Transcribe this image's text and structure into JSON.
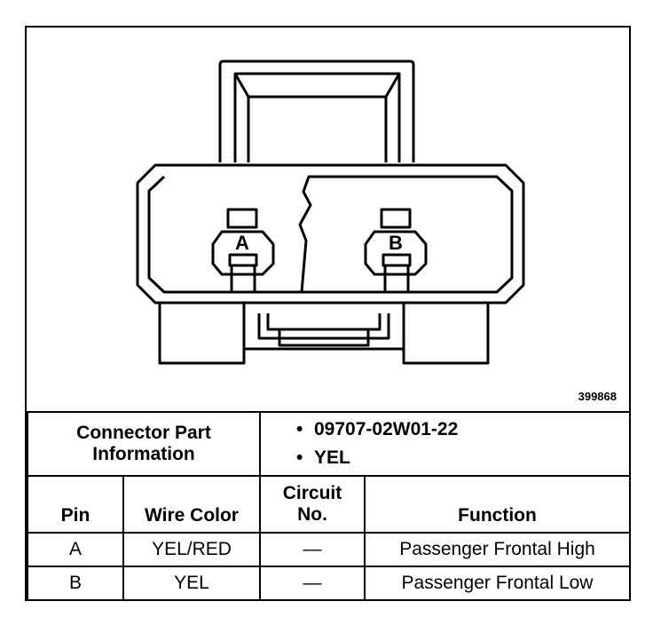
{
  "diagram": {
    "figure_id": "399868",
    "cavity_labels": [
      "A",
      "B"
    ]
  },
  "connector_info": {
    "label_line1": "Connector Part",
    "label_line2": "Information",
    "part_number": "09707-02W01-22",
    "color": "YEL"
  },
  "table": {
    "headers": {
      "pin": "Pin",
      "wire_color": "Wire Color",
      "circuit_line1": "Circuit",
      "circuit_line2": "No.",
      "function": "Function"
    },
    "rows": [
      {
        "pin": "A",
        "wire_color": "YEL/RED",
        "circuit": "—",
        "function": "Passenger Frontal High"
      },
      {
        "pin": "B",
        "wire_color": "YEL",
        "circuit": "—",
        "function": "Passenger Frontal Low"
      }
    ]
  }
}
